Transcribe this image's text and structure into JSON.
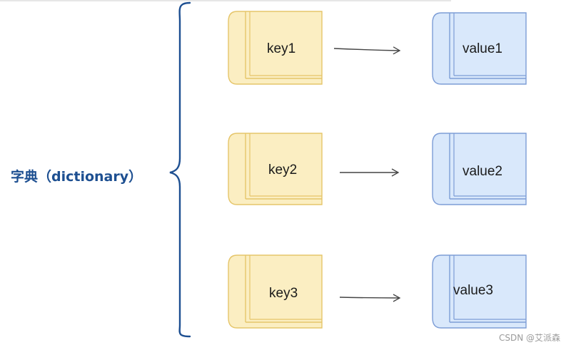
{
  "diagram": {
    "title": "字典（dictionary）",
    "pairs": [
      {
        "key": "key1",
        "value": "value1"
      },
      {
        "key": "key2",
        "value": "value2"
      },
      {
        "key": "key3",
        "value": "value3"
      }
    ],
    "colors": {
      "key_fill": "#fbeec2",
      "key_stroke": "#e5c56a",
      "value_fill": "#d9e8fb",
      "value_stroke": "#7d9dd6",
      "brace": "#1d4f91",
      "arrow": "#444444"
    }
  },
  "watermark": "CSDN @艾派森"
}
